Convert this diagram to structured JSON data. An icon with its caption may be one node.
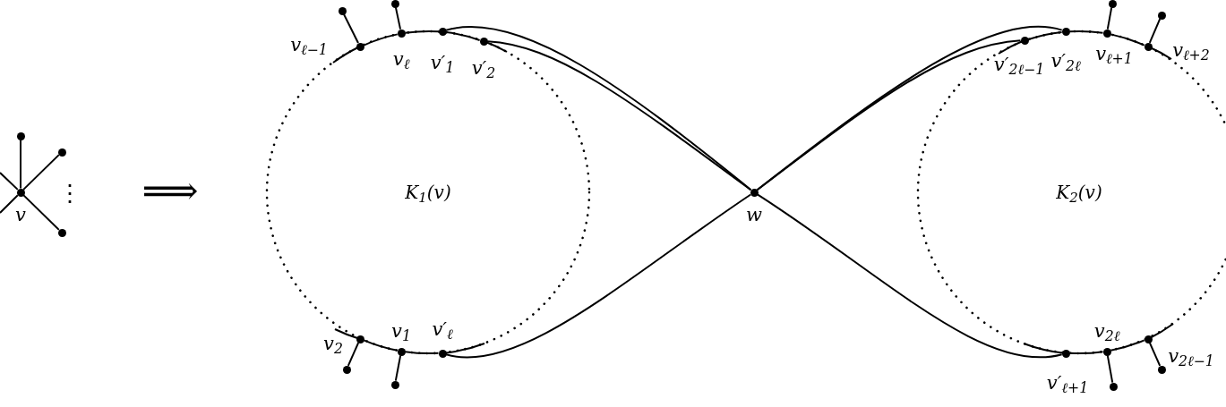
{
  "diagram": {
    "nodes": [
      {
        "text": [],
        "shape": "circle"
      },
      {
        "text": [],
        "shape": "circle"
      },
      {
        "text": [],
        "shape": "circle"
      },
      {
        "text": [],
        "shape": "circle"
      },
      {
        "text": [
          "K$_{1}$(v)"
        ]
      },
      {
        "text": [],
        "shape": "circle"
      },
      {
        "text": [],
        "shape": "circle"
      },
      {
        "text": [],
        "shape": "circle"
      },
      {
        "text": [],
        "shape": "circle"
      },
      {
        "text": [],
        "shape": "circle"
      },
      {
        "text": [],
        "shape": "circle"
      },
      {
        "text": [],
        "shape": "circle"
      },
      {
        "text": [],
        "shape": "circle"
      },
      {
        "text": [],
        "shape": "circle"
      },
      {
        "text": [],
        "shape": "circle"
      },
      {
        "text": [],
        "shape": "circle"
      },
      {
        "text": [],
        "shape": "circle"
      },
      {
        "text": [
          "K$_{2}$(v)"
        ]
      },
      {
        "text": [],
        "shape": "circle"
      },
      {
        "text": [],
        "shape": "circle"
      },
      {
        "text": [],
        "shape": "circle"
      },
      {
        "text": [],
        "shape": "circle"
      },
      {
        "text": [],
        "shape": "circle"
      },
      {
        "text": [],
        "shape": "circle"
      },
      {
        "text": [],
        "shape": "circle"
      },
      {
        "text": [],
        "shape": "circle"
      },
      {
        "text": [],
        "shape": "circle"
      },
      {
        "text": [],
        "shape": "circle"
      },
      {
        "text": [],
        "shape": "circle"
      }
    ],
    "edges": [
      {
        "from": 0,
        "to": 1,
        "arrow": "none"
      },
      {
        "from": 0,
        "to": 2,
        "arrow": "none"
      },
      {
        "from": 0,
        "to": 3,
        "arrow": "none"
      },
      {
        "from": null,
        "to": 0,
        "arrow": "none"
      },
      {
        "from": null,
        "to": 0,
        "arrow": "none"
      },
      {
        "from": 5,
        "to": 9,
        "arrow": "none"
      },
      {
        "from": 6,
        "to": 10,
        "arrow": "none"
      },
      {
        "from": 5,
        "to": 6,
        "arrow": "none"
      },
      {
        "from": 6,
        "to": 7,
        "arrow": "none"
      },
      {
        "from": 7,
        "to": 8,
        "arrow": "none"
      },
      {
        "from": 11,
        "to": 14,
        "arrow": "none"
      },
      {
        "from": 12,
        "to": 15,
        "arrow": "none"
      },
      {
        "from": 11,
        "to": 12,
        "arrow": "none"
      },
      {
        "from": 12,
        "to": 13,
        "arrow": "none"
      },
      {
        "from": 7,
        "to": 16,
        "arrow": "none"
      },
      {
        "from": 8,
        "to": 16,
        "arrow": "none"
      },
      {
        "from": 13,
        "to": 16,
        "arrow": "none"
      },
      {
        "from": 16,
        "to": 18,
        "arrow": "none"
      },
      {
        "from": 16,
        "to": 19,
        "arrow": "none"
      },
      {
        "from": 16,
        "to": 24,
        "arrow": "none"
      },
      {
        "from": 18,
        "to": 19,
        "arrow": "none"
      },
      {
        "from": 19,
        "to": 20,
        "arrow": "none"
      },
      {
        "from": 20,
        "to": 21,
        "arrow": "none"
      },
      {
        "from": 20,
        "to": 22,
        "arrow": "none"
      },
      {
        "from": 21,
        "to": 23,
        "arrow": "none"
      },
      {
        "from": 24,
        "to": 25,
        "arrow": "none"
      },
      {
        "from": 25,
        "to": 26,
        "arrow": "none"
      },
      {
        "from": 25,
        "to": 27,
        "arrow": "none"
      },
      {
        "from": 26,
        "to": 28,
        "arrow": "none"
      }
    ],
    "labels": [
      "v$_{ℓ−1}$",
      "v$_{ℓ}$",
      "v′$_{1}$",
      "v′$_{2}$",
      "v′$_{2ℓ−1}$",
      "v′$_{2ℓ}$",
      "v$_{ℓ+1}$",
      "v$_{ℓ+2}$",
      "v",
      "⋮",
      "⟹",
      "w",
      "v$_{2}$",
      "v$_{1}$",
      "v′$_{ℓ}$",
      "v$_{2ℓ}$",
      "v$_{2ℓ−1}$",
      "v′$_{ℓ+1}$"
    ]
  }
}
